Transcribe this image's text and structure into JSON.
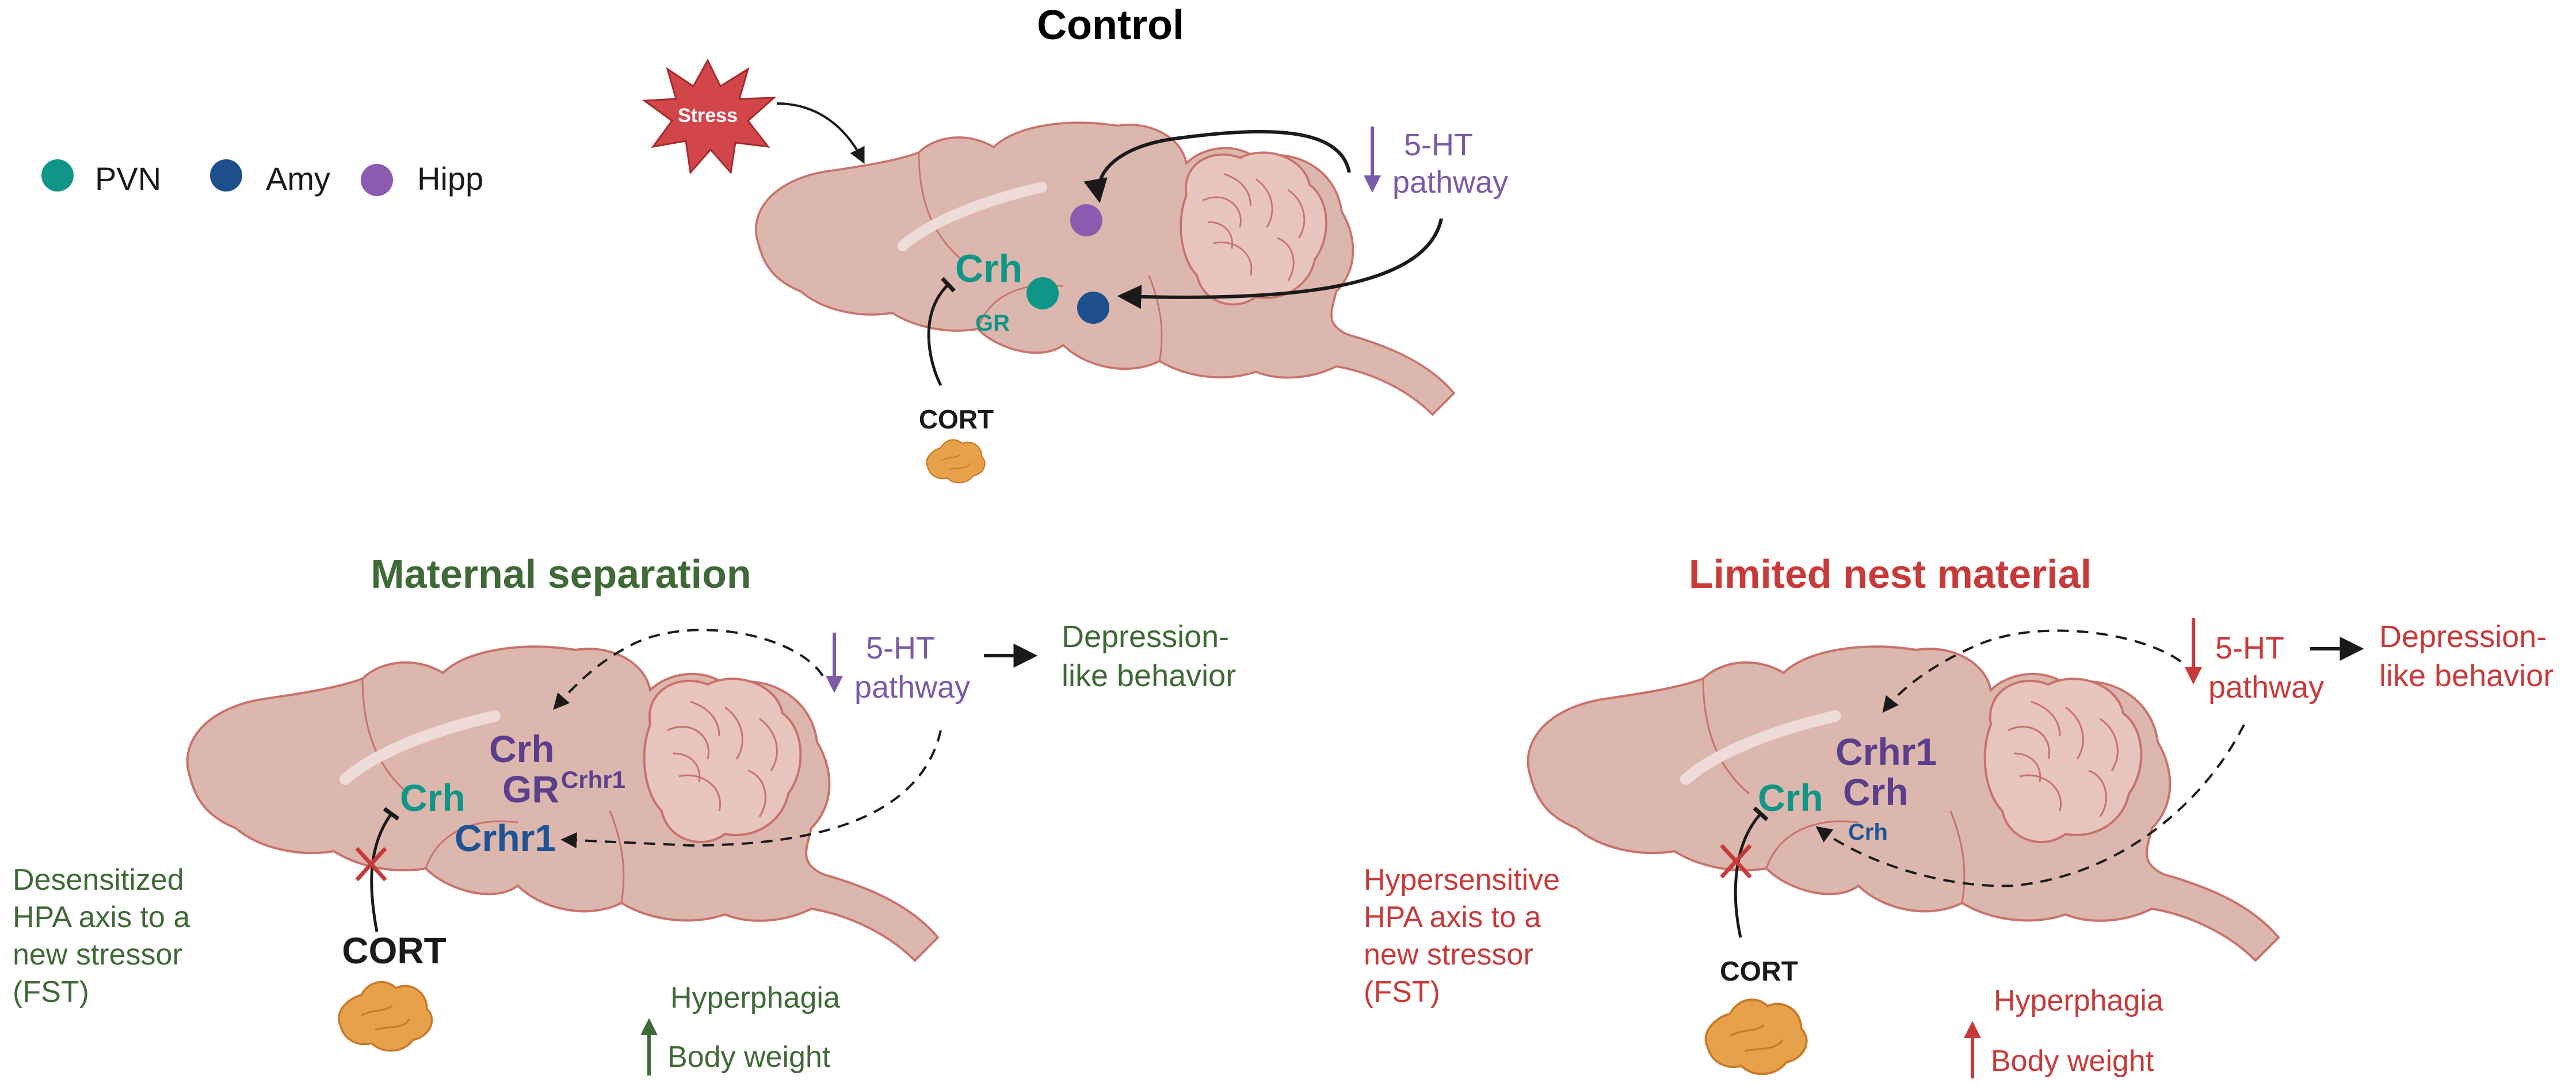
{
  "colors": {
    "pvn": "#0f9688",
    "amy": "#1c4f8c",
    "hipp": "#8a5bb1",
    "brain_fill": "#dcb7ad",
    "brain_stroke": "#c8736c",
    "cerebellum_fill": "#e8c5bd",
    "stress_fill": "#d2464a",
    "adrenal": "#e8a14b",
    "maternal_green": "#3f6a37",
    "lnm_red": "#c83a3a",
    "purple": "#7b5aa6",
    "dark": "#1a1a1a",
    "crh_purple": "#5b3e8c",
    "crhr1_blue": "#1f5396"
  },
  "legend": [
    {
      "label": "PVN",
      "color_key": "pvn"
    },
    {
      "label": "Amy",
      "color_key": "amy"
    },
    {
      "label": "Hipp",
      "color_key": "hipp"
    }
  ],
  "control": {
    "title": "Control",
    "stress_label": "Stress",
    "ht_label_1": "5-HT",
    "ht_label_2": "pathway",
    "crh": "Crh",
    "gr": "GR",
    "cort": "CORT"
  },
  "maternal": {
    "title": "Maternal separation",
    "ht_label_1": "5-HT",
    "ht_label_2": "pathway",
    "outcome_1": "Depression-",
    "outcome_2": "like behavior",
    "crh_pvn": "Crh",
    "crh_hipp": "Crh",
    "gr": "GR",
    "gr_sup": "Crhr1",
    "crhr1": "Crhr1",
    "cort": "CORT",
    "hpa_lines": [
      "Desensitized",
      "HPA axis to a",
      "new stressor",
      "(FST)"
    ],
    "hyperphagia": "Hyperphagia",
    "body_weight": "Body weight"
  },
  "lnm": {
    "title": "Limited nest material",
    "ht_label_1": "5-HT",
    "ht_label_2": "pathway",
    "outcome_1": "Depression-",
    "outcome_2": "like behavior",
    "crh_pvn": "Crh",
    "crhr1": "Crhr1",
    "crh_hipp": "Crh",
    "crh_small": "Crh",
    "cort": "CORT",
    "hpa_lines": [
      "Hypersensitive",
      "HPA axis to a",
      "new stressor",
      "(FST)"
    ],
    "hyperphagia": "Hyperphagia",
    "body_weight": "Body weight"
  }
}
